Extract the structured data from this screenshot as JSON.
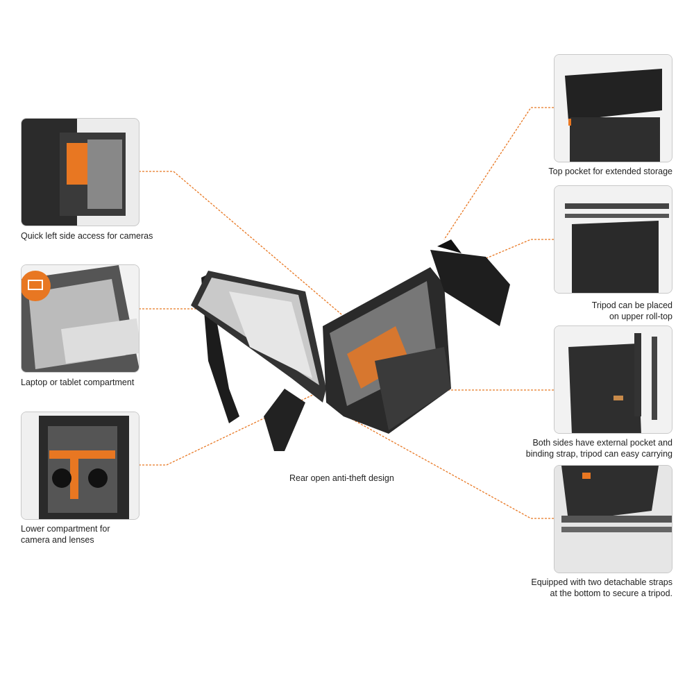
{
  "accent_color": "#e87722",
  "features": {
    "left_side_access": "Quick left side access for cameras",
    "laptop": "Laptop or tablet compartment",
    "lower_line1": "Lower compartment for",
    "lower_line2": "camera and lenses",
    "top_pocket": "Top pocket for extended storage",
    "tripod_top_line1": "Tripod can be placed",
    "tripod_top_line2": "on upper roll-top",
    "sides_line1": "Both sides have external pocket and",
    "sides_line2": "binding strap, tripod can easy carrying",
    "straps_line1": "Equipped with two detachable straps",
    "straps_line2": "at the bottom to secure a tripod.",
    "center": "Rear open anti-theft design"
  }
}
